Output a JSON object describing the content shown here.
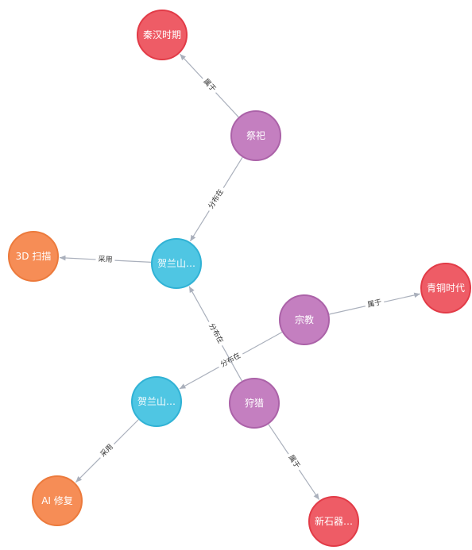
{
  "colors": {
    "period": {
      "fill": "#ee5c66",
      "stroke": "#e23b47"
    },
    "theme": {
      "fill": "#c47fc0",
      "stroke": "#ab62a8"
    },
    "site": {
      "fill": "#4fc6e3",
      "stroke": "#30b2d5"
    },
    "method": {
      "fill": "#f68d56",
      "stroke": "#ec7a3c"
    },
    "edge": "#aab0bc"
  },
  "nodes": [
    {
      "id": "qinhan",
      "label": "秦汉时期",
      "category": "period"
    },
    {
      "id": "jisi",
      "label": "祭祀",
      "category": "theme"
    },
    {
      "id": "3d",
      "label": "3D 扫描",
      "category": "method"
    },
    {
      "id": "helan1",
      "label": "贺兰山…",
      "category": "site"
    },
    {
      "id": "qingtong",
      "label": "青铜时代",
      "category": "period"
    },
    {
      "id": "zongjiao",
      "label": "宗教",
      "category": "theme"
    },
    {
      "id": "helan2",
      "label": "贺兰山…",
      "category": "site"
    },
    {
      "id": "shoulie",
      "label": "狩猎",
      "category": "theme"
    },
    {
      "id": "ai",
      "label": "AI 修复",
      "category": "method"
    },
    {
      "id": "xinshiqi",
      "label": "新石器…",
      "category": "period"
    }
  ],
  "edges": [
    {
      "source": "jisi",
      "target": "qinhan",
      "label": "属于"
    },
    {
      "source": "jisi",
      "target": "helan1",
      "label": "分布在"
    },
    {
      "source": "helan1",
      "target": "3d",
      "label": "采用"
    },
    {
      "source": "zongjiao",
      "target": "qingtong",
      "label": "属于"
    },
    {
      "source": "zongjiao",
      "target": "helan2",
      "label": "分布在"
    },
    {
      "source": "shoulie",
      "target": "helan1",
      "label": "分布在"
    },
    {
      "source": "helan2",
      "target": "ai",
      "label": "采用"
    },
    {
      "source": "shoulie",
      "target": "xinshiqi",
      "label": "属于"
    }
  ]
}
